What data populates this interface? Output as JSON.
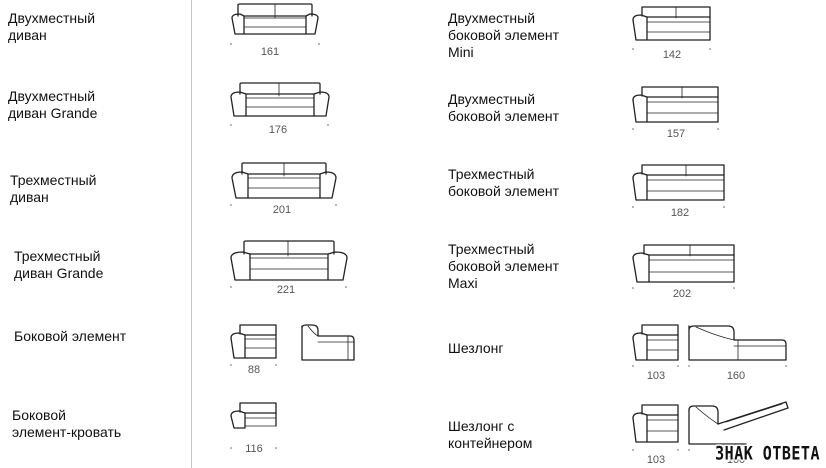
{
  "left_column": [
    {
      "label": "Двухместный\nдиван",
      "dims": [
        "161"
      ]
    },
    {
      "label": "Двухместный\nдиван Grande",
      "dims": [
        "176"
      ]
    },
    {
      "label": "Трехместный\nдиван",
      "dims": [
        "201"
      ]
    },
    {
      "label": "Трехместный\nдиван Grande",
      "dims": [
        "221"
      ]
    },
    {
      "label": "Боковой элемент",
      "dims": [
        "88"
      ]
    },
    {
      "label": "Боковой\nэлемент-кровать",
      "dims": [
        "116"
      ]
    }
  ],
  "right_column": [
    {
      "label": "Двухместный\nбоковой элемент\nMini",
      "dims": [
        "142"
      ]
    },
    {
      "label": "Двухместный\nбоковой элемент",
      "dims": [
        "157"
      ]
    },
    {
      "label": "Трехместный\nбоковой элемент",
      "dims": [
        "182"
      ]
    },
    {
      "label": "Трехместный\nбоковой элемент\nMaxi",
      "dims": [
        "202"
      ]
    },
    {
      "label": "Шезлонг",
      "dims": [
        "103",
        "160"
      ]
    },
    {
      "label": "Шезлонг с\nконтейнером",
      "dims": [
        "103",
        "160"
      ]
    }
  ],
  "watermark": "ЗНАК ОТВЕТА"
}
